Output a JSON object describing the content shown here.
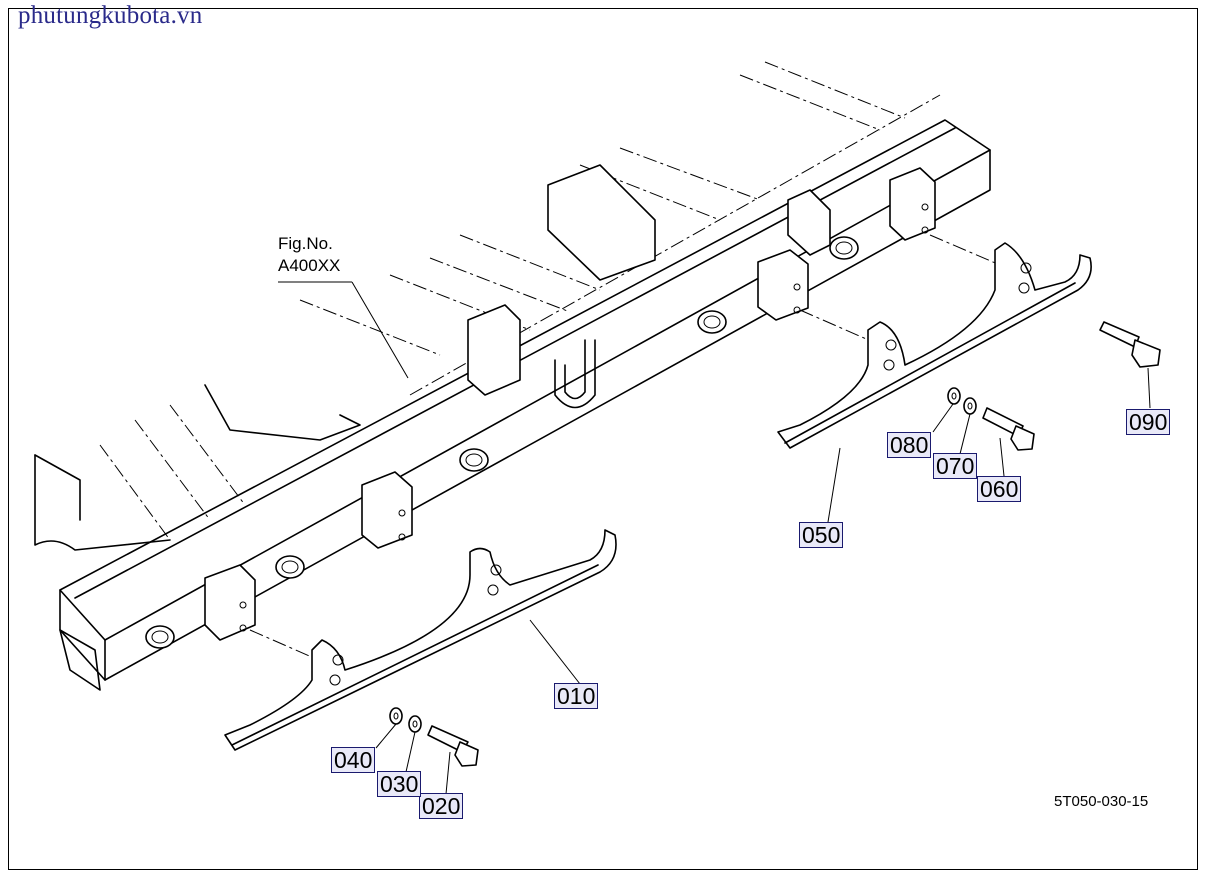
{
  "watermark": "phutungkubota.vn",
  "figure_reference": {
    "line1": "Fig.No.",
    "line2": "A400XX"
  },
  "drawing_number": "5T050-030-15",
  "part_callouts": [
    "010",
    "020",
    "030",
    "040",
    "050",
    "060",
    "070",
    "080",
    "090"
  ]
}
